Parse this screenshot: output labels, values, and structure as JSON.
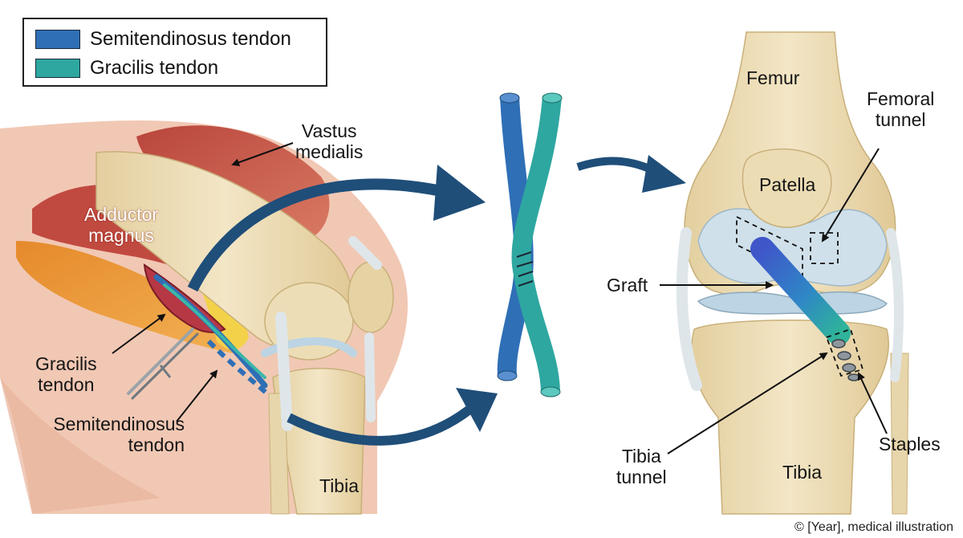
{
  "legend": {
    "items": [
      {
        "label": "Semitendinosus tendon",
        "color": "#2f6fb6"
      },
      {
        "label": "Gracilis tendon",
        "color": "#2ea7a0"
      }
    ]
  },
  "labels": {
    "vastus_medialis": [
      "Vastus",
      "medialis"
    ],
    "adductor_magnus": [
      "Adductor",
      "magnus"
    ],
    "gracilis_tendon": [
      "Gracilis",
      "tendon"
    ],
    "semitendinosus_tendon": [
      "Semitendinosus",
      "tendon"
    ],
    "tibia_left": "Tibia",
    "femur": "Femur",
    "femoral_tunnel": [
      "Femoral",
      "tunnel"
    ],
    "patella": "Patella",
    "graft": "Graft",
    "tibia_tunnel": [
      "Tibia",
      "tunnel"
    ],
    "staples": "Staples",
    "tibia_right": "Tibia"
  },
  "credit": "© [Year], medical illustration",
  "colors": {
    "semitendinosus": "#2f6fb6",
    "gracilis": "#2ea7a0",
    "arrow": "#1f4e79",
    "bone": "#ecdcb4",
    "muscle": "#c9574a",
    "cartilage": "#cfe0ea"
  }
}
